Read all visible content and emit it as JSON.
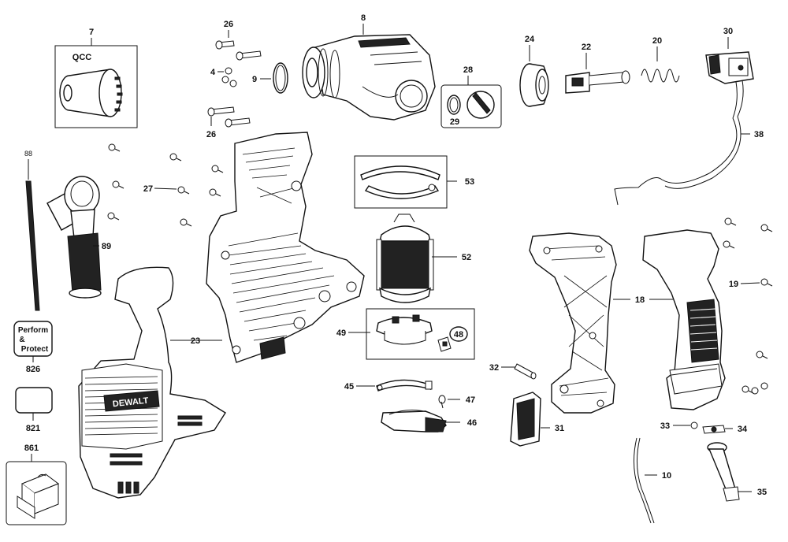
{
  "diagram": {
    "labels": {
      "l7": "7",
      "lqcc": "QCC",
      "l26a": "26",
      "l4": "4",
      "l9": "9",
      "l26b": "26",
      "l8": "8",
      "l24": "24",
      "l22": "22",
      "l20": "20",
      "l30": "30",
      "l28": "28",
      "l29": "29",
      "l38": "38",
      "l88": "88",
      "l27": "27",
      "l89": "89",
      "l53": "53",
      "l52": "52",
      "l23": "23",
      "l18": "18",
      "l19": "19",
      "l49": "49",
      "l48": "48",
      "l32": "32",
      "l45": "45",
      "l47": "47",
      "l46": "46",
      "l31": "31",
      "l826": "826",
      "l821": "821",
      "l861": "861",
      "l33": "33",
      "l34": "34",
      "l10": "10",
      "l35": "35"
    },
    "badge": {
      "line1": "Perform",
      "line2": "&",
      "line3": "Protect"
    },
    "brand": "DEWALT"
  }
}
